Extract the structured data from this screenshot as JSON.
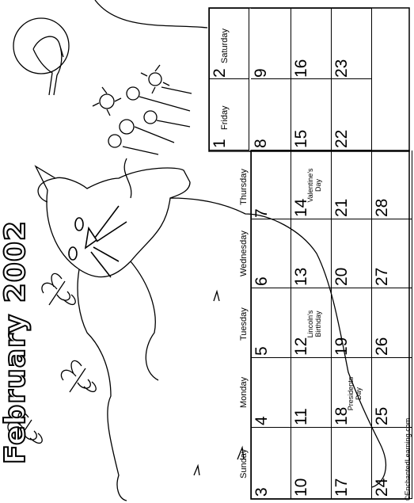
{
  "title": "February 2002",
  "credit": "©EnchantedLearning.com",
  "weekdays": [
    "Sunday",
    "Monday",
    "Tuesday",
    "Wednesday",
    "Thursday",
    "Friday",
    "Saturday"
  ],
  "days": {
    "d1": "1",
    "d2": "2",
    "d3": "3",
    "d4": "4",
    "d5": "5",
    "d6": "6",
    "d7": "7",
    "d8": "8",
    "d9": "9",
    "d10": "10",
    "d11": "11",
    "d12": "12",
    "d13": "13",
    "d14": "14",
    "d15": "15",
    "d16": "16",
    "d17": "17",
    "d18": "18",
    "d19": "19",
    "d20": "20",
    "d21": "21",
    "d22": "22",
    "d23": "23",
    "d24": "24",
    "d25": "25",
    "d26": "26",
    "d27": "27",
    "d28": "28"
  },
  "holidays": {
    "lincoln": [
      "Lincoln's",
      "Birthday"
    ],
    "valentine": [
      "Valentine's",
      "Day"
    ],
    "presidents": [
      "Presidents",
      "Day"
    ]
  }
}
